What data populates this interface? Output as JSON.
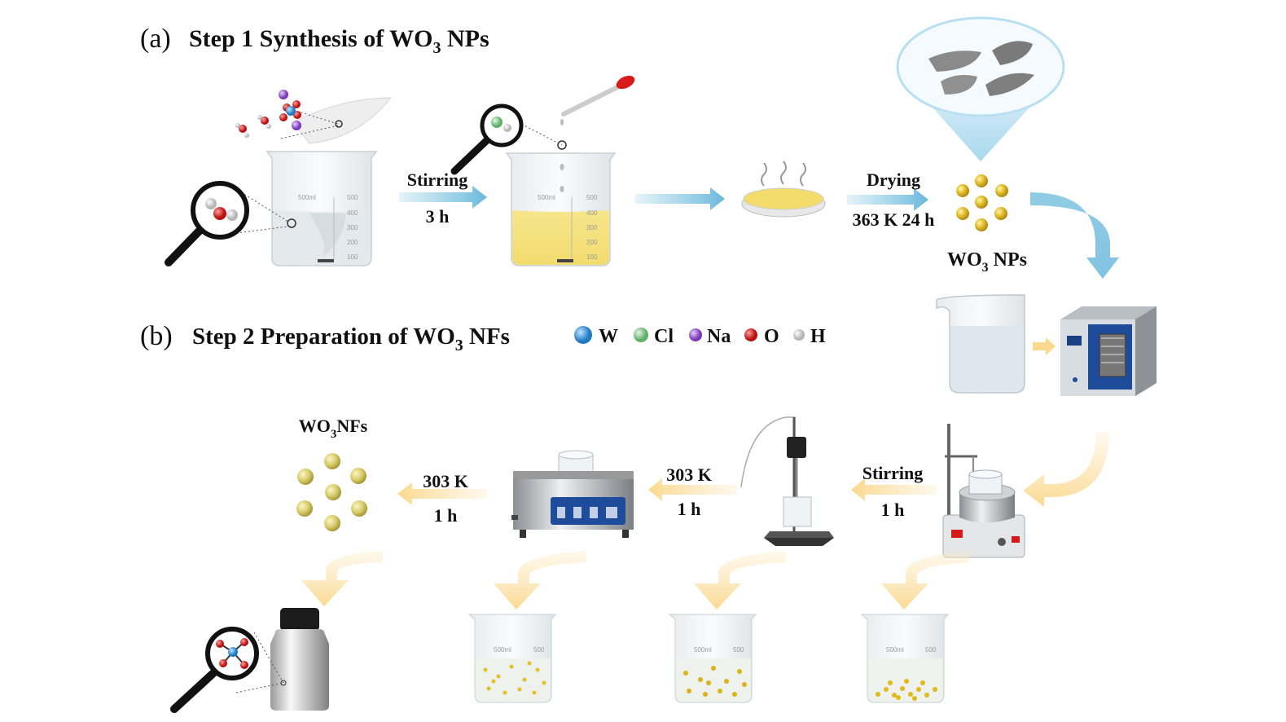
{
  "panel_a": {
    "letter": "(a)",
    "title": "Step 1 Synthesis of WO",
    "sub": "3",
    "title_end": " NPs"
  },
  "panel_b": {
    "letter": "(b)",
    "title": "Step 2 Preparation of WO",
    "sub": "3",
    "title_end": " NFs"
  },
  "legend": [
    {
      "label": "W",
      "color": "#2f8fd8"
    },
    {
      "label": "Cl",
      "color": "#7fcf83"
    },
    {
      "label": "Na",
      "color": "#9a55d0"
    },
    {
      "label": "O",
      "color": "#d42020"
    },
    {
      "label": "H",
      "color": "#e6e6e6"
    }
  ],
  "steps_a": [
    {
      "top": "Stirring",
      "bottom": "3 h"
    },
    {
      "top": "Drying",
      "bottom": "363 K 24 h"
    }
  ],
  "steps_b": [
    {
      "top": "Stirring",
      "bottom": "1 h"
    },
    {
      "top": "303 K",
      "bottom": "1 h"
    },
    {
      "top": "303 K",
      "bottom": "1 h"
    }
  ],
  "products": {
    "nps": "WO",
    "nps_sub": "3",
    "nps_end": " NPs",
    "nfs": "WO",
    "nfs_sub": "3",
    "nfs_end": "NFs"
  },
  "beaker": {
    "volume": "500ml",
    "scale": [
      "500",
      "400",
      "300",
      "200",
      "100"
    ]
  },
  "colors": {
    "blue_arrow": "#7cc4e0",
    "orange_arrow": "#fbe0a8",
    "yellow": "#f3e07a",
    "gold": "#e2b72a"
  }
}
